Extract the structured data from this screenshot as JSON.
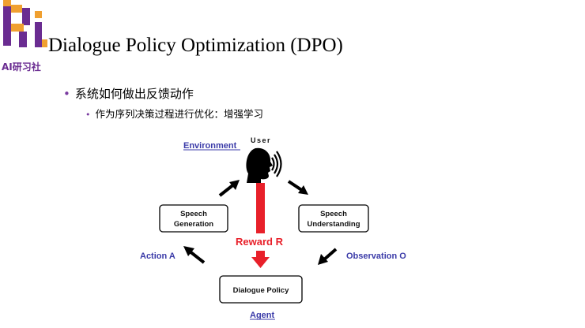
{
  "header": {
    "logo_text": "AI研习社",
    "title": "Dialogue Policy Optimization (DPO)"
  },
  "bullets": {
    "level1": "系统如何做出反馈动作",
    "level2": "作为序列决策过程进行优化：增强学习"
  },
  "diagram": {
    "environment_label": "Environment",
    "user_label": "User",
    "agent_label": "Agent",
    "reward_label": "Reward R",
    "action_label": "Action A",
    "observation_label": "Observation O",
    "speech_generation": [
      "Speech",
      "Generation"
    ],
    "speech_understanding": [
      "Speech",
      "Understanding"
    ],
    "dialogue_policy": "Dialogue Policy",
    "colors": {
      "blue_label": "#3a3aa8",
      "reward_red": "#e8202a",
      "logo_purple": "#6a2c91",
      "logo_orange": "#f0a030"
    }
  }
}
